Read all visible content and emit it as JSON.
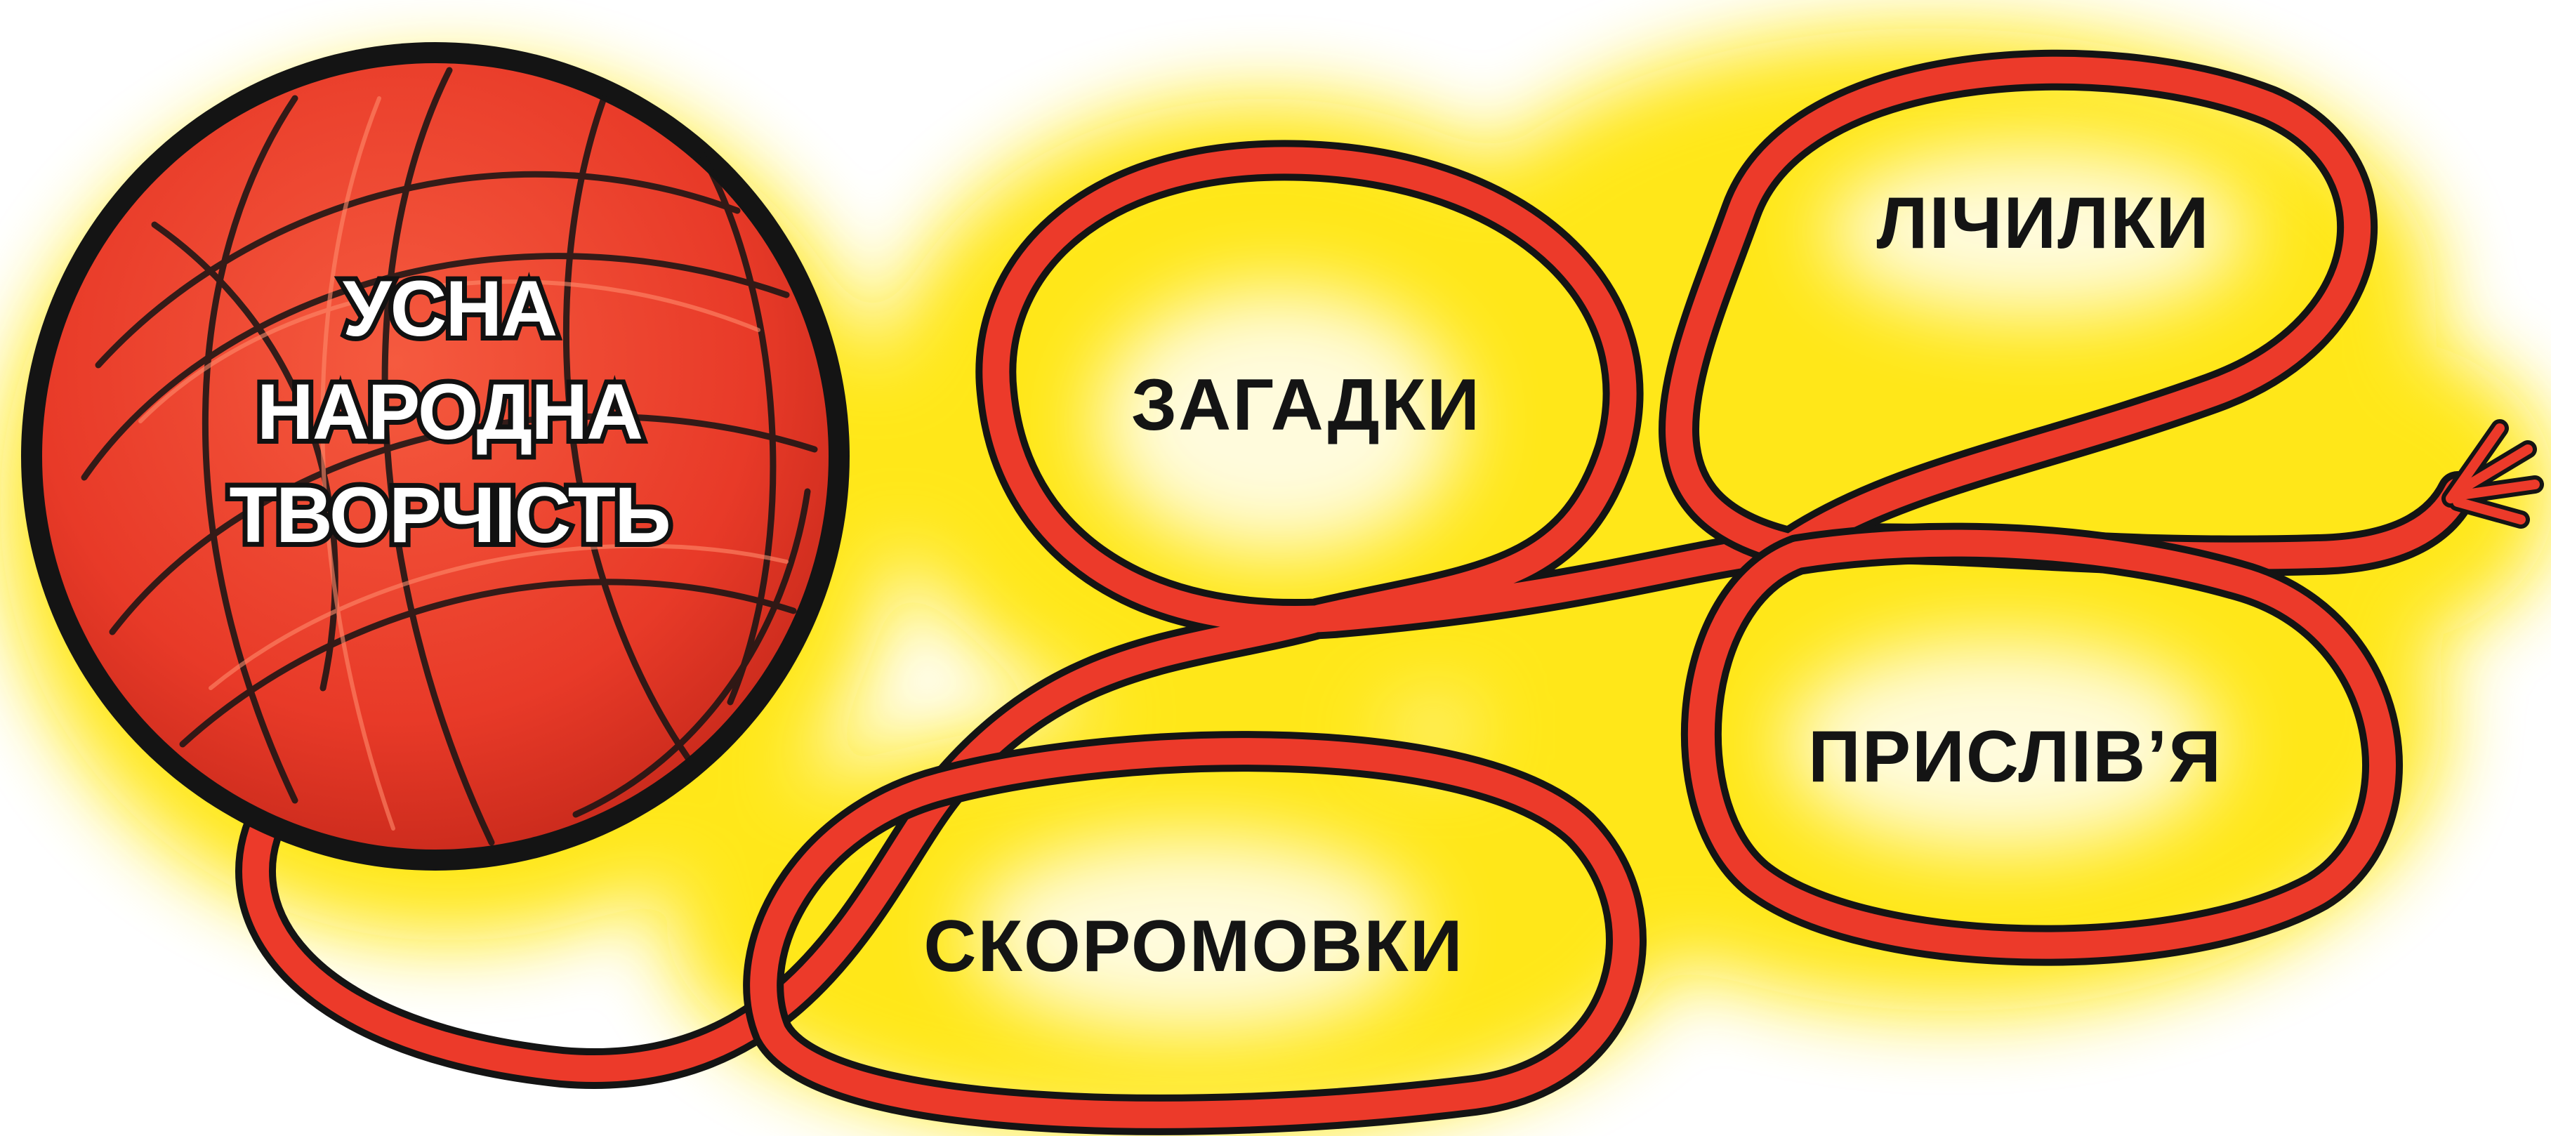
{
  "center": {
    "lines": [
      "УСНА",
      "НАРОДНА",
      "ТВОРЧІСТЬ"
    ]
  },
  "loops": {
    "zagadky": "ЗАГАДКИ",
    "lichylky": "ЛІЧИЛКИ",
    "pryslivya": "ПРИСЛІВ’Я",
    "skoromovky": "СКОРОМОВКИ"
  },
  "colors": {
    "yarn": "#ec3a2a",
    "yarn_dark": "#c4281d",
    "outline": "#141414",
    "glow": "#ffe60a",
    "background": "#ffffff"
  },
  "icons": [
    "yarn-ball-icon"
  ]
}
